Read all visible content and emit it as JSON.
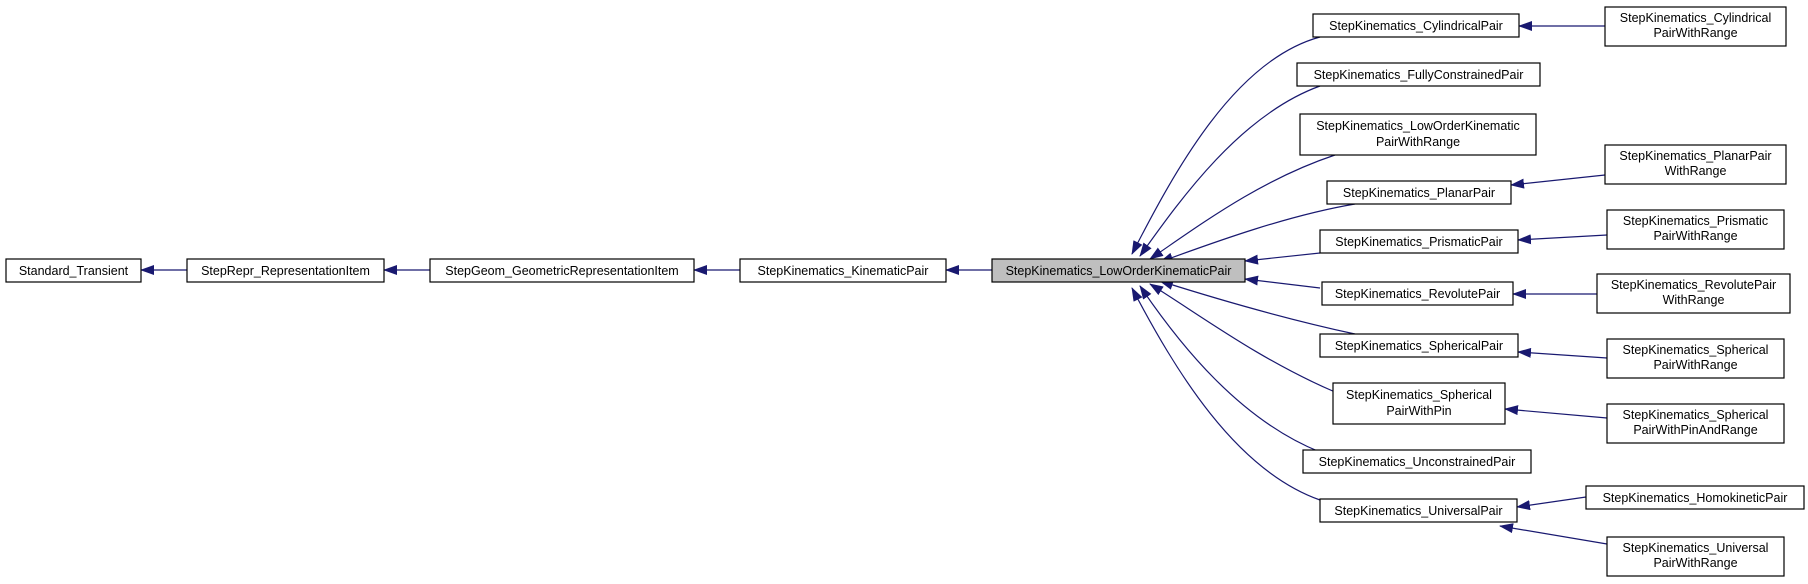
{
  "colors": {
    "edge": "#191970",
    "node_fill": "#ffffff",
    "focus_fill": "#bfbfbf",
    "border": "#000000"
  },
  "nodes": {
    "standard_transient": "Standard_Transient",
    "representation_item": "StepRepr_RepresentationItem",
    "geometric_representation_item": "StepGeom_GeometricRepresentationItem",
    "kinematic_pair": "StepKinematics_KinematicPair",
    "low_order_kinematic_pair": "StepKinematics_LowOrderKinematicPair",
    "cylindrical_pair": "StepKinematics_CylindricalPair",
    "fully_constrained_pair": "StepKinematics_FullyConstrainedPair",
    "low_order_kinematic_pair_with_range": [
      "StepKinematics_LowOrderKinematic",
      "PairWithRange"
    ],
    "planar_pair": "StepKinematics_PlanarPair",
    "prismatic_pair": "StepKinematics_PrismaticPair",
    "revolute_pair": "StepKinematics_RevolutePair",
    "spherical_pair": "StepKinematics_SphericalPair",
    "spherical_pair_with_pin": [
      "StepKinematics_Spherical",
      "PairWithPin"
    ],
    "unconstrained_pair": "StepKinematics_UnconstrainedPair",
    "universal_pair": "StepKinematics_UniversalPair",
    "cylindrical_pair_with_range": [
      "StepKinematics_Cylindrical",
      "PairWithRange"
    ],
    "planar_pair_with_range": [
      "StepKinematics_PlanarPair",
      "WithRange"
    ],
    "prismatic_pair_with_range": [
      "StepKinematics_Prismatic",
      "PairWithRange"
    ],
    "revolute_pair_with_range": [
      "StepKinematics_RevolutePair",
      "WithRange"
    ],
    "spherical_pair_with_range": [
      "StepKinematics_Spherical",
      "PairWithRange"
    ],
    "spherical_pair_with_pin_and_range": [
      "StepKinematics_Spherical",
      "PairWithPinAndRange"
    ],
    "homokinetic_pair": "StepKinematics_HomokineticPair",
    "universal_pair_with_range": [
      "StepKinematics_Universal",
      "PairWithRange"
    ]
  }
}
